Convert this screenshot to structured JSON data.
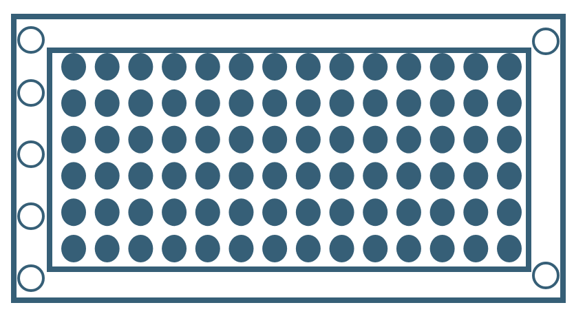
{
  "colors": {
    "stroke": "#365f77",
    "fill": "#365f77",
    "background": "#ffffff"
  },
  "grid": {
    "rows": 6,
    "columns": 14,
    "dot_shape": "ellipse"
  },
  "outer_holes": {
    "left_count": 5,
    "right_count": 2
  }
}
